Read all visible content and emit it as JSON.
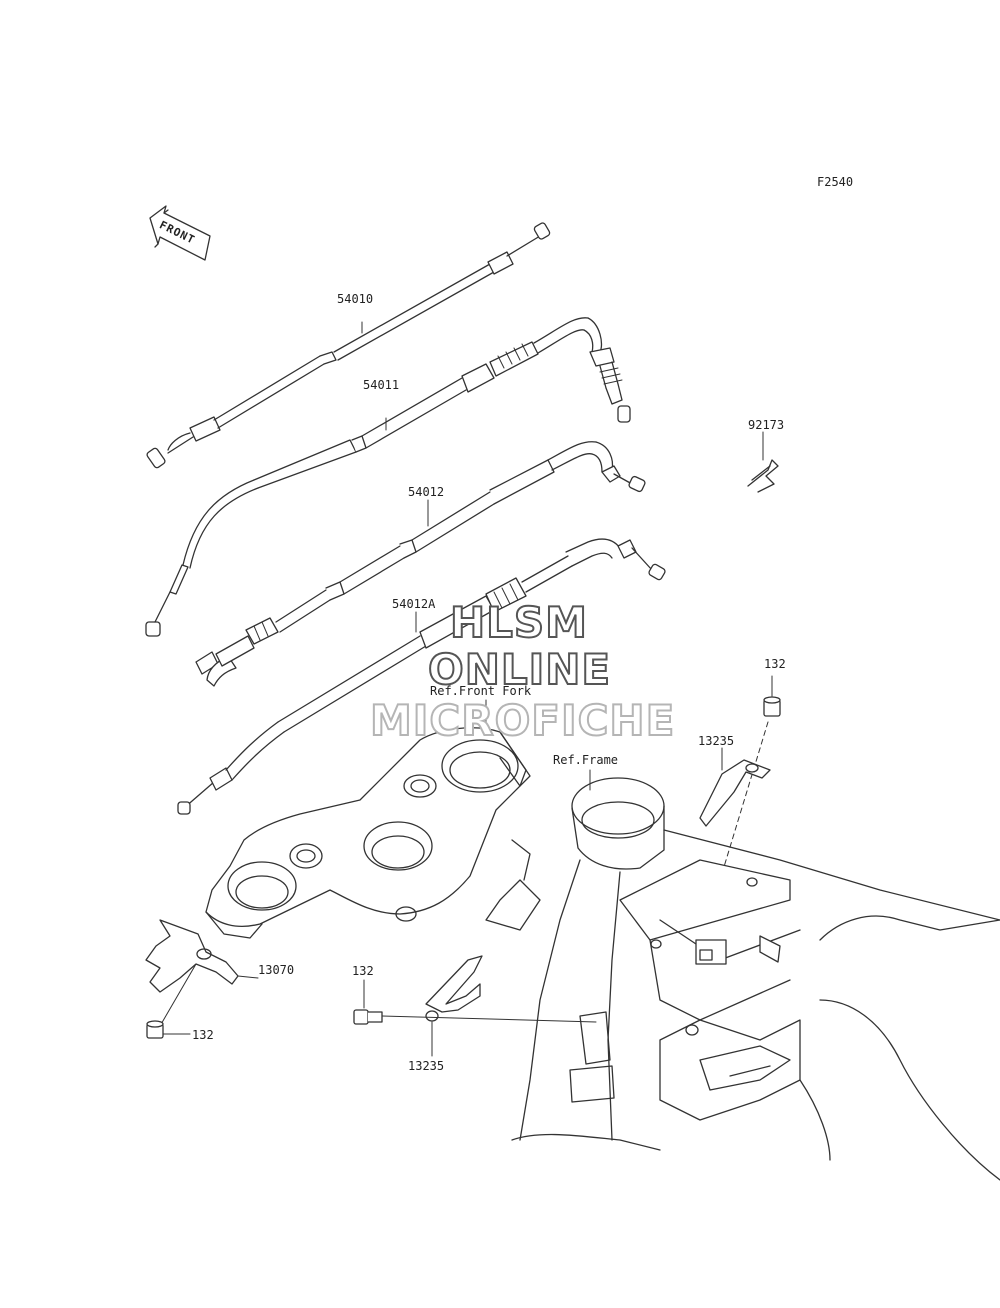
{
  "figure_code": "F2540",
  "front_arrow": {
    "label": "FRONT"
  },
  "parts": [
    {
      "id": "p54010",
      "number": "54010"
    },
    {
      "id": "p54011",
      "number": "54011"
    },
    {
      "id": "p54012",
      "number": "54012"
    },
    {
      "id": "p54012A",
      "number": "54012A"
    },
    {
      "id": "p92173",
      "number": "92173"
    },
    {
      "id": "p132a",
      "number": "132"
    },
    {
      "id": "p13235a",
      "number": "13235"
    },
    {
      "id": "p13070",
      "number": "13070"
    },
    {
      "id": "p132b",
      "number": "132"
    },
    {
      "id": "p132c",
      "number": "132"
    },
    {
      "id": "p13235b",
      "number": "13235"
    }
  ],
  "references": {
    "front_fork": "Ref.Front Fork",
    "frame": "Ref.Frame"
  },
  "watermark": {
    "line1": "HLSM",
    "line2": "ONLINE",
    "line3": "MICROFICHE"
  },
  "colors": {
    "line": "#333333",
    "text": "#222222",
    "background": "#ffffff"
  }
}
